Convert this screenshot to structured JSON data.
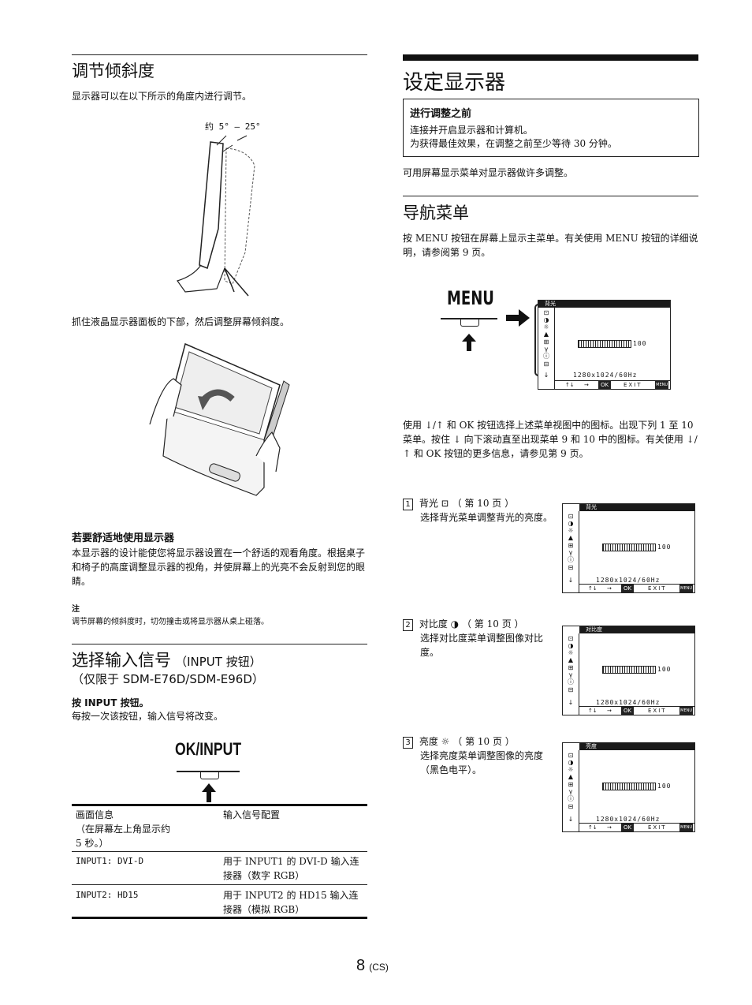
{
  "left": {
    "tilt": {
      "title": "调节倾斜度",
      "intro": "显示器可以在以下所示的角度内进行调节。",
      "angle_label": "约 5° – 25°",
      "instruction": "抓住液晶显示器面板的下部，然后调整屏幕倾斜度。"
    },
    "comfort": {
      "heading": "若要舒适地使用显示器",
      "text": "本显示器的设计能使您将显示器设置在一个舒适的观看角度。根据桌子和椅子的高度调整显示器的视角，并使屏幕上的光亮不会反射到您的眼睛。"
    },
    "note": {
      "label": "注",
      "text": "调节屏幕的倾斜度时，切勿撞击或将显示器从桌上碰落。"
    },
    "input": {
      "title": "选择输入信号",
      "title_suffix": "（INPUT 按钮）",
      "subtitle": "（仅限于 SDM-E76D/SDM-E96D）",
      "press": "按 INPUT 按钮。",
      "desc": "每按一次该按钮，输入信号将改变。",
      "button_label": "OK/INPUT",
      "table": {
        "header_left": "画面信息\n（在屏幕左上角显示约\n5 秒。）",
        "header_right": "输入信号配置",
        "rows": [
          {
            "left": "INPUT1: DVI-D",
            "right": "用于 INPUT1 的 DVI-D 输入连接器（数字 RGB）"
          },
          {
            "left": "INPUT2: HD15",
            "right": "用于 INPUT2 的 HD15 输入连接器（模拟 RGB）"
          }
        ]
      }
    }
  },
  "right": {
    "setup": {
      "title": "设定显示器",
      "before_box": {
        "heading": "进行调整之前",
        "line1": "连接并开启显示器和计算机。",
        "line2": "为获得最佳效果，在调整之前至少等待 30 分钟。"
      },
      "osd_note": "可用屏幕显示菜单对显示器做许多调整。"
    },
    "nav": {
      "title": "导航菜单",
      "intro": "按 MENU 按钮在屏幕上显示主菜单。有关使用 MENU 按钮的详细说明，请参阅第 9 页。",
      "menu_button": "MENU",
      "usage": "使用 ↓/↑ 和 OK 按钮选择上述菜单视图中的图标。出现下列 1 至 10 菜单。按住 ↓ 向下滚动直至出现菜单 9 和 10 中的图标。有关使用 ↓/↑ 和 OK 按钮的更多信息，请参见第 9 页。"
    },
    "osd_common": {
      "level": "100",
      "resolution": "1280x1024/60Hz",
      "exit": "EXIT",
      "ok": "OK",
      "menu_tag": "MENU"
    },
    "osd_main_title": "背光",
    "items": [
      {
        "num": "1",
        "name": "背光",
        "icon": "backlight-icon",
        "page": "（ 第 10 页 ）",
        "desc": "选择背光菜单调整背光的亮度。",
        "osd_title": "背光"
      },
      {
        "num": "2",
        "name": "对比度",
        "icon": "contrast-icon",
        "page": "（ 第 10 页 ）",
        "desc": "选择对比度菜单调整图像对比度。",
        "osd_title": "对比度"
      },
      {
        "num": "3",
        "name": "亮度",
        "icon": "brightness-icon",
        "page": "（ 第 10 页 ）",
        "desc": "选择亮度菜单调整图像的亮度（黑色电平）。",
        "osd_title": "亮度"
      }
    ]
  },
  "footer": {
    "page_number": "8",
    "page_suffix": "(CS)"
  }
}
